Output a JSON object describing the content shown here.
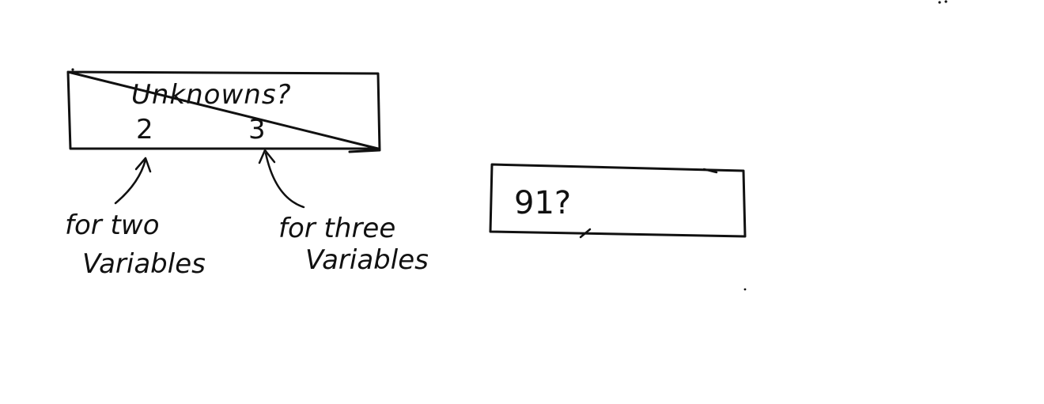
{
  "unknowns_box": {
    "title": "Unknowns?",
    "value_left": "2",
    "value_right": "3"
  },
  "label_left": {
    "line1": "for two",
    "line2": "Variables"
  },
  "label_right": {
    "line1": "for three",
    "line2": "Variables"
  },
  "question_box": {
    "text": "91?"
  }
}
